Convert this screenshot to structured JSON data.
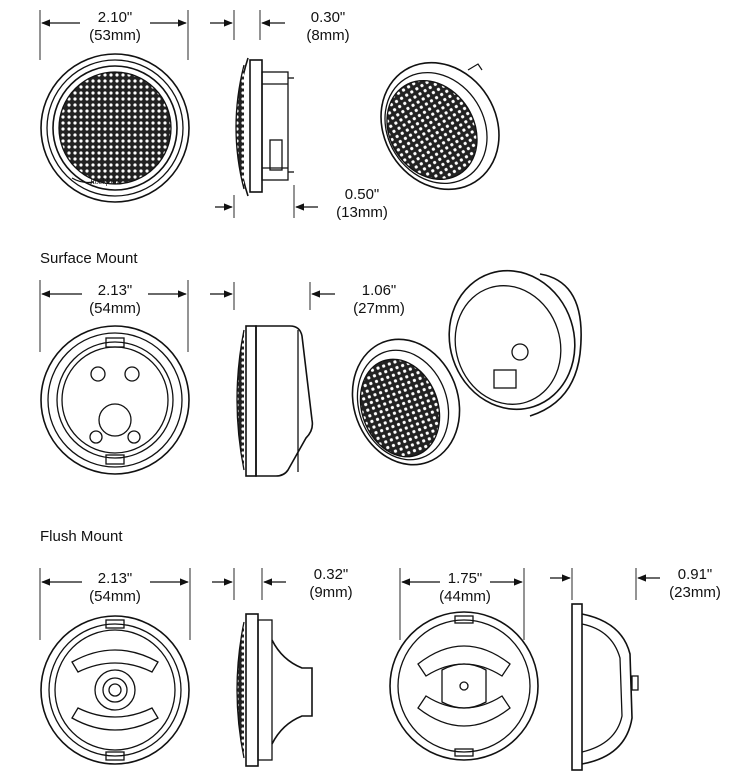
{
  "sections": {
    "surface": "Surface Mount",
    "flush": "Flush Mount"
  },
  "dimensions": {
    "top_width_in": "2.10\"",
    "top_width_mm": "(53mm)",
    "top_depth_in": "0.30\"",
    "top_depth_mm": "(8mm)",
    "top_depth2_in": "0.50\"",
    "top_depth2_mm": "(13mm)",
    "surface_width_in": "2.13\"",
    "surface_width_mm": "(54mm)",
    "surface_depth_in": "1.06\"",
    "surface_depth_mm": "(27mm)",
    "flush_width_in": "2.13\"",
    "flush_width_mm": "(54mm)",
    "flush_depth_in": "0.32\"",
    "flush_depth_mm": "(9mm)",
    "flush_cutout_in": "1.75\"",
    "flush_cutout_mm": "(44mm)",
    "flush_depth2_in": "0.91\"",
    "flush_depth2_mm": "(23mm)"
  },
  "colors": {
    "line": "#111111",
    "grille": "#1a1a1a",
    "paper": "#ffffff"
  }
}
